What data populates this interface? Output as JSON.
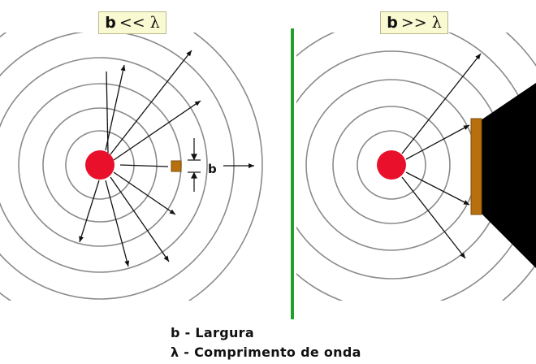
{
  "left_panel": {
    "label_symbol": "b",
    "label_rest": "<< λ",
    "b_marker": "b"
  },
  "right_panel": {
    "label_symbol": "b",
    "label_rest": ">> λ"
  },
  "legend": [
    "b - Largura",
    "λ - Comprimento de onda"
  ],
  "colors": {
    "source": "#e8102a",
    "obstacle": "#b8700e",
    "divider": "#22a02a",
    "shadow": "#000000",
    "wavefront": "#888888",
    "label_background": "#fafad2"
  }
}
